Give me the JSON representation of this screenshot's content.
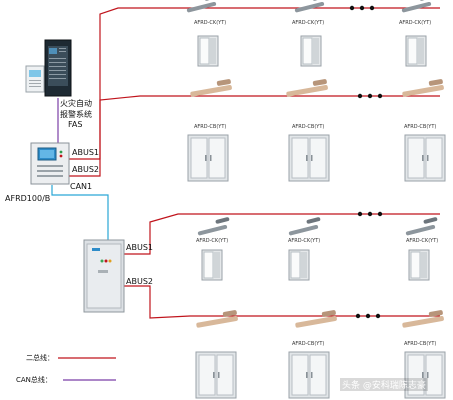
{
  "fas": {
    "line1": "火灾自动",
    "line2": "报警系统",
    "line3": "FAS"
  },
  "host": {
    "label": "AFRD100/B"
  },
  "bus": {
    "abus1": "ABUS1",
    "abus2": "ABUS2",
    "can1": "CAN1"
  },
  "devices": {
    "row1_left": "AFRD-CK(YT)",
    "row1_mid": "AFRD-CK(YT)",
    "row1_right": "AFRD-CK(YT)",
    "row2_left": "AFRD-CB(YT)",
    "row2_mid": "AFRD-CB(YT)",
    "row2_right": "AFRD-CB(YT)",
    "row3_left": "AFRD-CK(YT)",
    "row3_mid": "AFRD-CK(YT)",
    "row3_right": "AFRD-CK(YT)",
    "row4_mid": "AFRD-CB(YT)",
    "row4_right": "AFRD-CB(YT)"
  },
  "legend": {
    "two_bus": "二总线：",
    "can_bus": "CAN总线："
  },
  "colors": {
    "two_bus": "#c0141c",
    "can_bus": "#7b3fa6",
    "can_link": "#2aa7d6"
  },
  "watermark": "头条 @安科瑞陈志豪"
}
